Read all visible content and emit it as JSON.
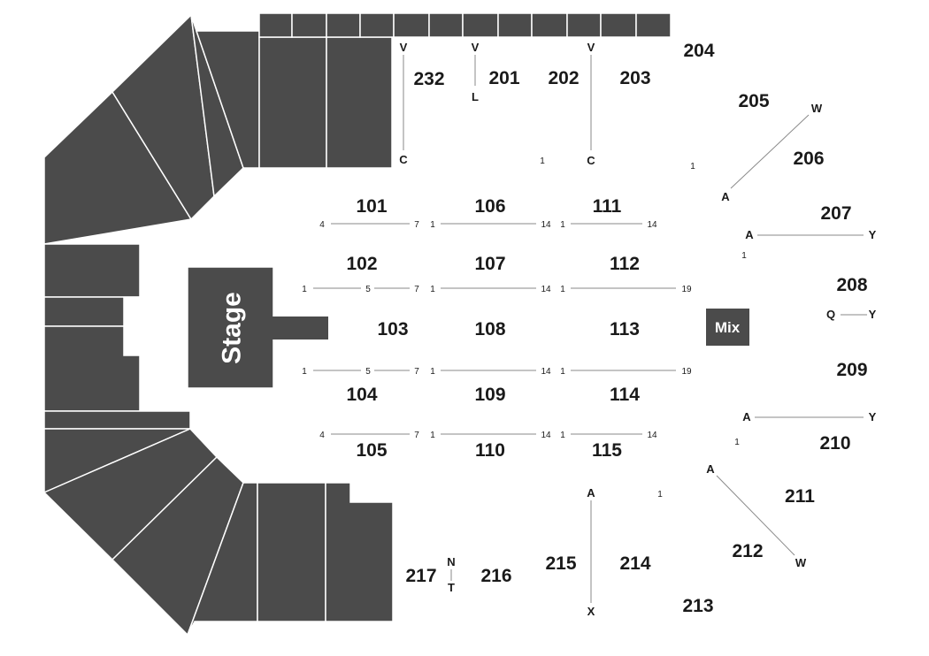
{
  "stage": {
    "label": "Stage"
  },
  "mix": {
    "label": "Mix"
  },
  "colors": {
    "block": "#4b4b4b",
    "text": "#1a1a1a",
    "row_line": "#8a8a8a",
    "background": "#ffffff"
  },
  "sections": {
    "s101": "101",
    "s102": "102",
    "s103": "103",
    "s104": "104",
    "s105": "105",
    "s106": "106",
    "s107": "107",
    "s108": "108",
    "s109": "109",
    "s110": "110",
    "s111": "111",
    "s112": "112",
    "s113": "113",
    "s114": "114",
    "s115": "115",
    "s201": "201",
    "s202": "202",
    "s203": "203",
    "s204": "204",
    "s205": "205",
    "s206": "206",
    "s207": "207",
    "s208": "208",
    "s209": "209",
    "s210": "210",
    "s211": "211",
    "s212": "212",
    "s213": "213",
    "s214": "214",
    "s215": "215",
    "s216": "216",
    "s217": "217",
    "s232": "232"
  },
  "rows": {
    "v": "V",
    "c": "C",
    "l": "L",
    "w": "W",
    "a": "A",
    "y": "Y",
    "q": "Q",
    "x": "X",
    "n": "N",
    "t": "T"
  },
  "seats": {
    "one": "1",
    "four": "4",
    "five": "5",
    "seven": "7",
    "fourteen": "14",
    "nineteen": "19"
  }
}
